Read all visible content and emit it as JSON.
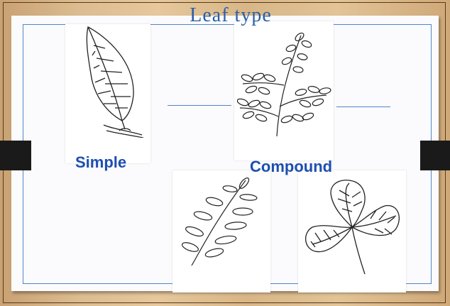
{
  "title": "Leaf type",
  "labels": {
    "simple": "Simple",
    "compound": "Compound"
  },
  "colors": {
    "title": "#2a5fa8",
    "label": "#1d4fb0",
    "frame_line": "#4f86c6",
    "board_background": "#d9b98a"
  },
  "illustrations": [
    "simple-leaf-drawing",
    "compound-branch-drawing",
    "pinnate-compound-leaf-drawing",
    "trifoliate-clover-leaf-drawing"
  ]
}
